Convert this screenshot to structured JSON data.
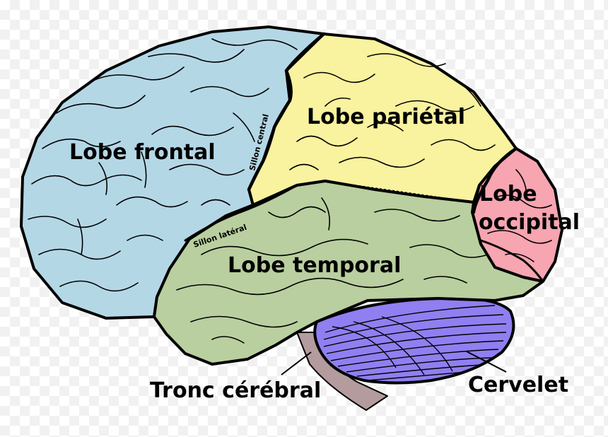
{
  "labels": {
    "frontal": "Lobe frontal",
    "parietal": "Lobe pariétal",
    "occipital_line1": "Lobe",
    "occipital_line2": "occipital",
    "temporal": "Lobe temporal",
    "brainstem": "Tronc cérébral",
    "cerebellum": "Cervelet",
    "central_sulcus": "Sillon central",
    "lateral_sulcus": "Sillon latéral"
  },
  "colors": {
    "frontal": "#b4d7e6",
    "parietal": "#f9f29e",
    "occipital": "#f6a5b1",
    "temporal": "#b9cf9f",
    "cerebellum": "#8f7ff0",
    "brainstem": "#b49c9e"
  }
}
